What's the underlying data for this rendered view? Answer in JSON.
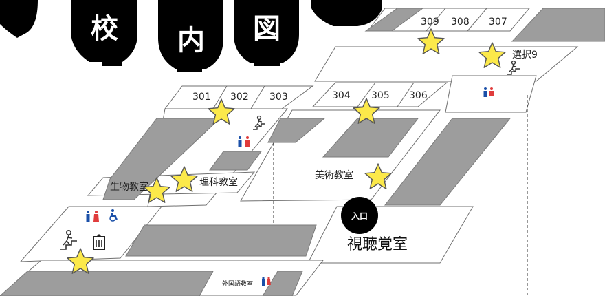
{
  "title": {
    "chars": [
      "校",
      "内",
      "図"
    ]
  },
  "rooms_top": [
    "309",
    "308",
    "307"
  ],
  "rooms_middle_left": [
    "301",
    "302",
    "303"
  ],
  "rooms_middle_center": [
    "304",
    "305",
    "306"
  ],
  "labels": {
    "elective": "選択9",
    "biology": "生物教室",
    "science": "理科教室",
    "art": "美術教室",
    "audiovisual": "視聴覚室",
    "foreign_language": "外国語教室",
    "entrance": "入口"
  },
  "icons": {
    "restroom": "restroom-icon",
    "accessible": "accessible-restroom-icon",
    "stairs": "stairs-icon",
    "elevator": "elevator-icon",
    "star": "star-icon"
  },
  "colors": {
    "star": "#fce94a",
    "dark_floor": "#9d9d9d",
    "male": "#1a4fa8",
    "female": "#e03c3c",
    "title_bg": "#000000"
  }
}
